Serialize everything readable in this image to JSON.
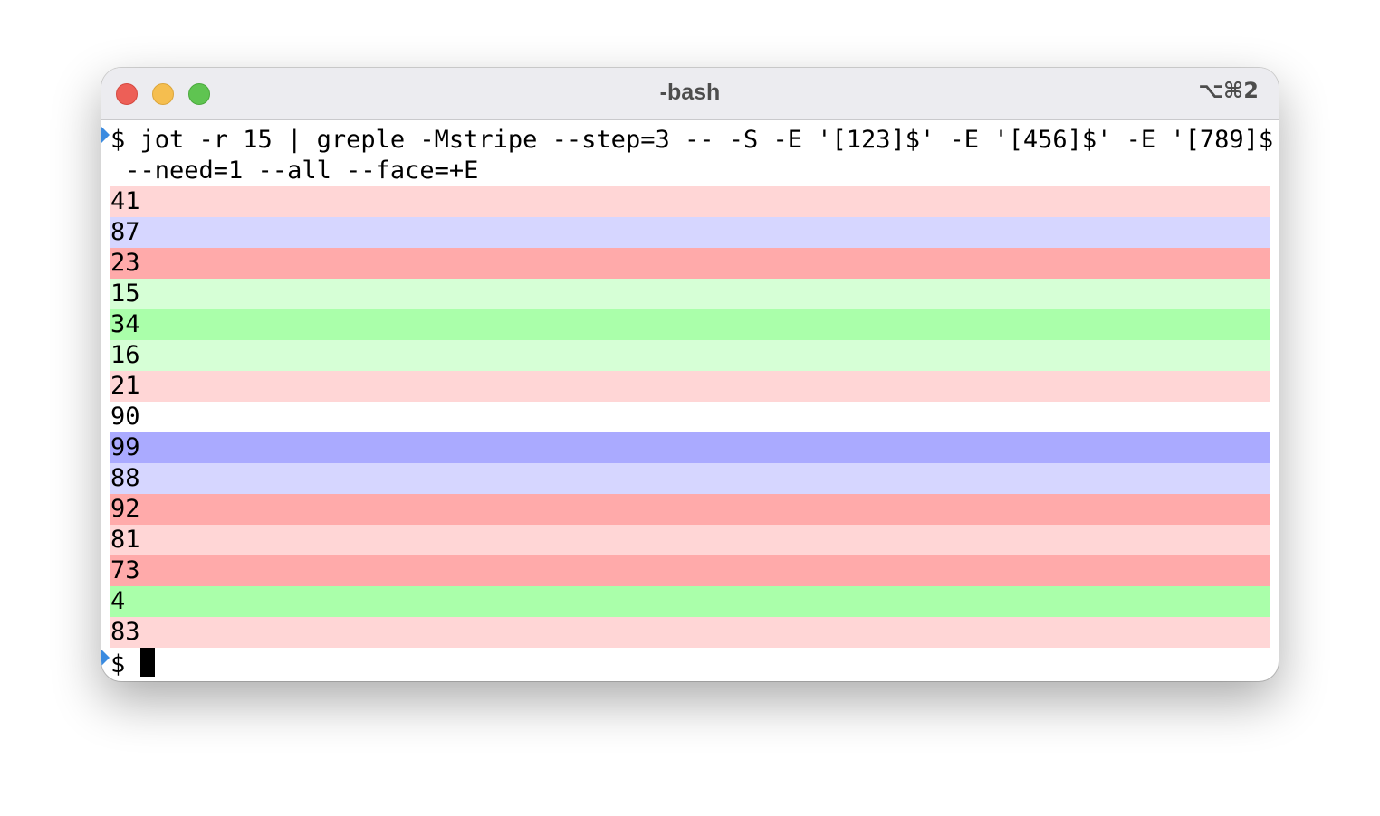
{
  "window": {
    "title": "-bash",
    "shortcut": "⌥⌘2"
  },
  "terminal": {
    "command_line_1": "$ jot -r 15 | greple -Mstripe --step=3 -- -S -E '[123]$' -E '[456]$' -E '[789]$'",
    "command_line_2": " --need=1 --all --face=+E",
    "output": [
      {
        "text": "41",
        "color": "#ffd6d6"
      },
      {
        "text": "87",
        "color": "#d6d6ff"
      },
      {
        "text": "23",
        "color": "#ffaaaa"
      },
      {
        "text": "15",
        "color": "#d6ffd6"
      },
      {
        "text": "34",
        "color": "#aaffaa"
      },
      {
        "text": "16",
        "color": "#d6ffd6"
      },
      {
        "text": "21",
        "color": "#ffd6d6"
      },
      {
        "text": "90",
        "color": "#ffffff"
      },
      {
        "text": "99",
        "color": "#aaaaff"
      },
      {
        "text": "88",
        "color": "#d6d6ff"
      },
      {
        "text": "92",
        "color": "#ffaaaa"
      },
      {
        "text": "81",
        "color": "#ffd6d6"
      },
      {
        "text": "73",
        "color": "#ffaaaa"
      },
      {
        "text": "4",
        "color": "#aaffaa"
      },
      {
        "text": "83",
        "color": "#ffd6d6"
      }
    ],
    "prompt": "$ ",
    "mark_color": "#3b8be0"
  }
}
